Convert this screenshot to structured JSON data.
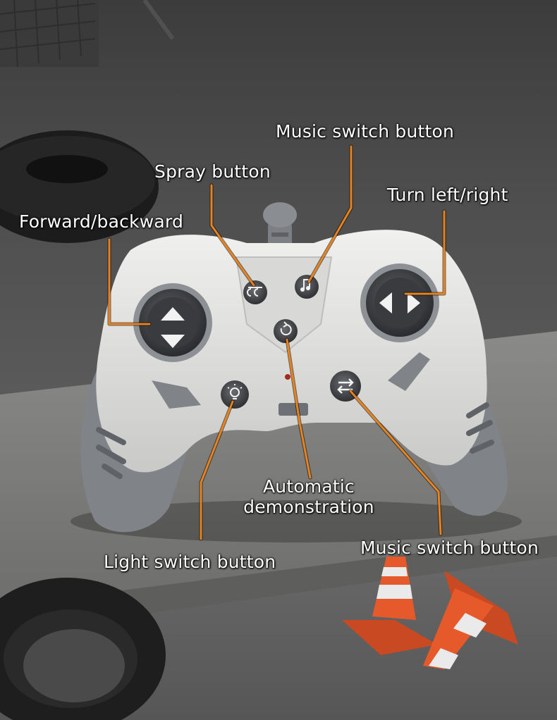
{
  "labels": {
    "music_switch_top": "Music switch button",
    "spray": "Spray button",
    "turn": "Turn left/right",
    "forward_backward": "Forward/backward",
    "auto_demo_line1": "Automatic",
    "auto_demo_line2": "demonstration",
    "light_switch": "Light switch button",
    "music_switch_bottom": "Music switch button"
  },
  "colors": {
    "callout_line": "#e8821e",
    "controller_body": "#e4e4e2",
    "controller_grip": "#808489",
    "cone_orange": "#e5592a",
    "label_text": "#ffffff"
  },
  "icons": [
    "up-arrow-icon",
    "down-arrow-icon",
    "left-arrow-icon",
    "right-arrow-icon",
    "spray-icon",
    "music-note-icon",
    "rotate-icon",
    "lightbulb-icon",
    "swap-arrows-icon"
  ]
}
